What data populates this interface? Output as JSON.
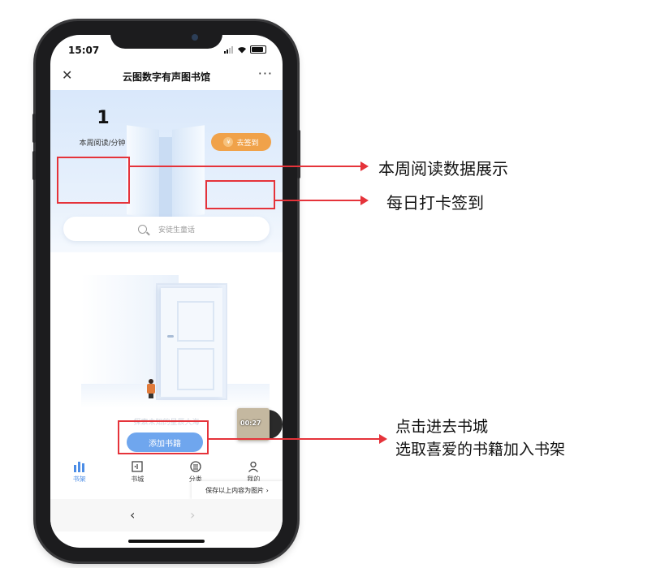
{
  "status": {
    "time": "15:07"
  },
  "nav": {
    "close_icon": "close-icon",
    "title": "云图数字有声图书馆",
    "more": "···"
  },
  "hero": {
    "reading_minutes": "1",
    "reading_label": "本周阅读/分钟",
    "checkin_label": "去签到",
    "search_placeholder": "安徒生童话"
  },
  "empty": {
    "tip": "探索未知的星辰大海",
    "add_button": "添加书籍"
  },
  "mini_player": {
    "time": "00:27"
  },
  "tabs": [
    {
      "label": "书架",
      "icon": "bookshelf-icon",
      "active": true
    },
    {
      "label": "书城",
      "icon": "bookstore-icon",
      "active": false
    },
    {
      "label": "分类",
      "icon": "category-icon",
      "active": false
    },
    {
      "label": "我的",
      "icon": "profile-icon",
      "active": false
    }
  ],
  "save_tip": "保存以上内容为图片 ›",
  "browser": {
    "back": "‹",
    "forward": "›"
  },
  "annotations": {
    "weekly": "本周阅读数据展示",
    "checkin": "每日打卡签到",
    "store_line1": "点击进去书城",
    "store_line2": "选取喜爱的书籍加入书架"
  },
  "colors": {
    "accent": "#e5333a",
    "primary": "#6fa6ee",
    "checkin": "#f0a24a"
  }
}
